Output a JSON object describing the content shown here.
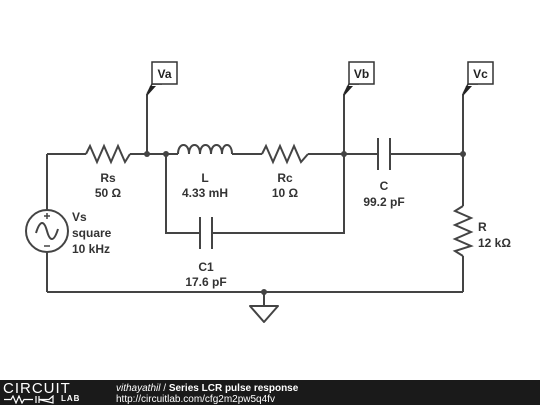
{
  "probes": {
    "va": "Va",
    "vb": "Vb",
    "vc": "Vc"
  },
  "components": {
    "rs": {
      "name": "Rs",
      "value": "50 Ω"
    },
    "l": {
      "name": "L",
      "value": "4.33 mH"
    },
    "rc": {
      "name": "Rc",
      "value": "10 Ω"
    },
    "c": {
      "name": "C",
      "value": "99.2 pF"
    },
    "c1": {
      "name": "C1",
      "value": "17.6 pF"
    },
    "r": {
      "name": "R",
      "value": "12 kΩ"
    },
    "vs": {
      "name": "Vs",
      "waveform": "square",
      "frequency": "10 kHz"
    }
  },
  "footer": {
    "logo_top": "CIRCUIT",
    "logo_bottom": "LAB",
    "author": "vithayathil",
    "separator": " / ",
    "title": "Series LCR pulse response",
    "url": "http://circuitlab.com/cfg2m2pw5q4fv"
  },
  "colors": {
    "wire": "#444444",
    "probe_fill": "#ffffff",
    "footer_bg": "#1a1a1a",
    "footer_text": "#ffffff"
  }
}
